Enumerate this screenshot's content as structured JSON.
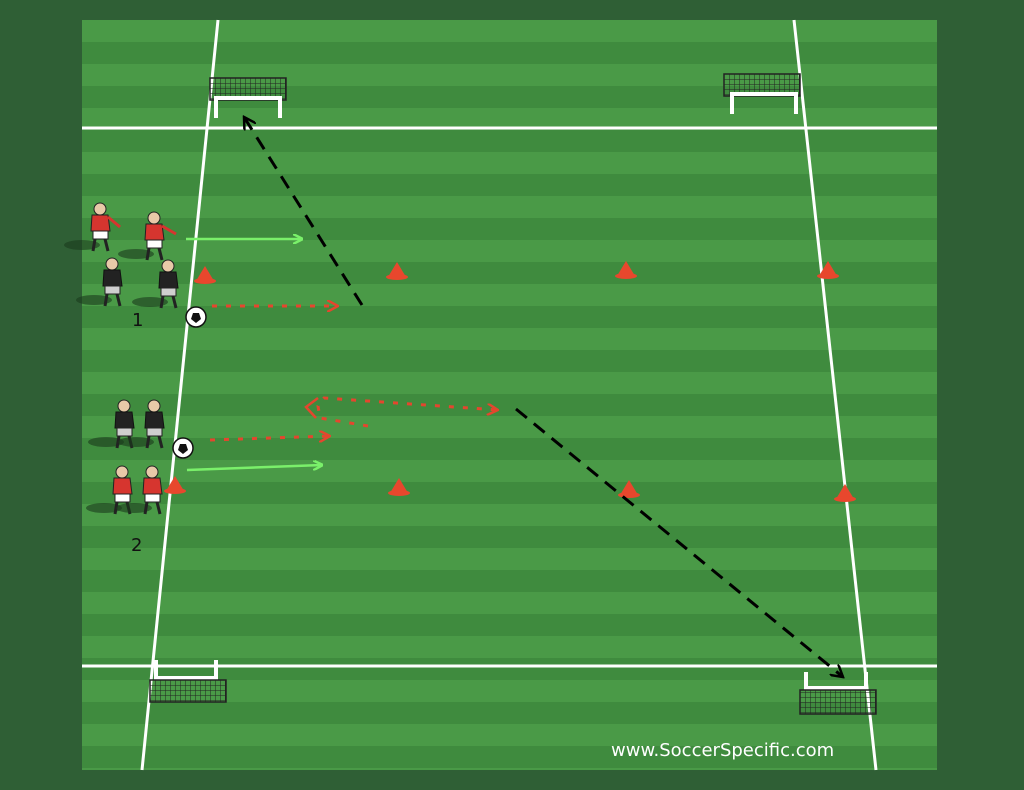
{
  "colors": {
    "background": "#2f5f35",
    "grass_light": "#4a9a47",
    "grass_dark": "#3f8b3e",
    "line": "#ffffff",
    "run_arrow": "#7af06a",
    "dribble_arrow": "#e4462e",
    "pass_arrow": "#000000",
    "cone": "#e8472d",
    "red_kit": "#d6352f",
    "black_kit": "#222222"
  },
  "groups": [
    {
      "label": "1"
    },
    {
      "label": "2"
    }
  ],
  "icons": [
    "goal-icon",
    "cone-icon",
    "ball-icon",
    "player-red-icon",
    "player-black-icon",
    "arrow-icon"
  ],
  "watermark": "www.SoccerSpecific.com"
}
